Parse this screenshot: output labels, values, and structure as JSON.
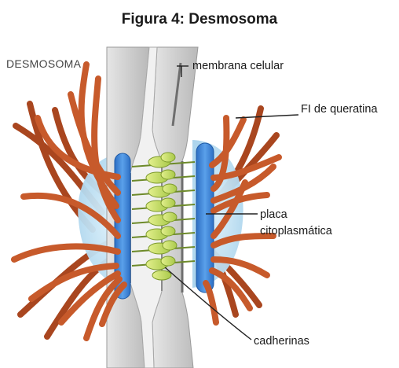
{
  "figure": {
    "title": "Figura 4: Desmosoma"
  },
  "labels": {
    "desmosoma": "DESMOSOMA",
    "membrana": "membrana celular",
    "filamentos": "FI de queratina",
    "placa_line1": "placa",
    "placa_line2": "citoplasmática",
    "cadherinas": "cadherinas"
  },
  "colors": {
    "keratin": "#c0562a",
    "plaque": "#3a82d6",
    "membrane": "#c8c8c8",
    "cadherin": "#c6e06a",
    "cytoplasm_halo": "#bfe0f2"
  }
}
